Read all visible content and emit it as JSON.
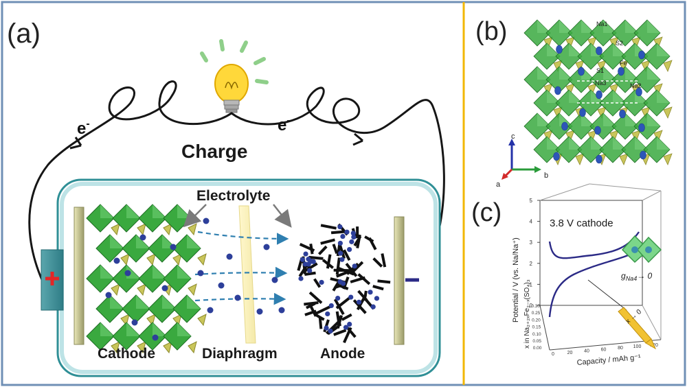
{
  "panels": {
    "a": {
      "label": "(a)",
      "charge": "Charge",
      "electron": "e",
      "electron_sup": "-",
      "electrolyte": "Electrolyte",
      "cathode": "Cathode",
      "diaphragm": "Diaphragm",
      "anode": "Anode"
    },
    "b": {
      "label": "(b)",
      "atoms": {
        "na1": "Na1",
        "s2": "S2",
        "fe": "Fe",
        "s1": "S1",
        "na3": "Na3",
        "na2": "Na2"
      },
      "axes": {
        "c": "c",
        "a": "a",
        "b": "b"
      }
    },
    "c": {
      "label": "(c)",
      "cathode_label": "3.8 V cathode",
      "y_axis_label": "Potential / V (vs. Na/Na⁺)",
      "x_axis_label": "Capacity / mAh g⁻¹",
      "z_axis_label": "x in Na₂₊₂ₓFe₂₋ₓ(SO₄)₃",
      "g_label": "g",
      "g_sub": "Na4",
      "g_arrow": "→ 0",
      "x_arrow_label": "x → 0",
      "y_ticks": [
        "5",
        "4",
        "3",
        "2",
        "1",
        "0"
      ],
      "x_ticks": [
        "0",
        "20",
        "40",
        "60",
        "80",
        "100",
        "120"
      ],
      "z_ticks": [
        "0.30",
        "0.25",
        "0.20",
        "0.15",
        "0.10",
        "0.05",
        "0.00"
      ]
    }
  },
  "colors": {
    "frame": "#6f8fb5",
    "divider": "#f2b705",
    "cell_border": "#2f8f96",
    "crystal_green": "#3aa93f",
    "tetra_yellow": "#c9c55a",
    "ion_blue": "#2d3f9a",
    "curve": "#2b2a86",
    "plus": "#e32626"
  }
}
